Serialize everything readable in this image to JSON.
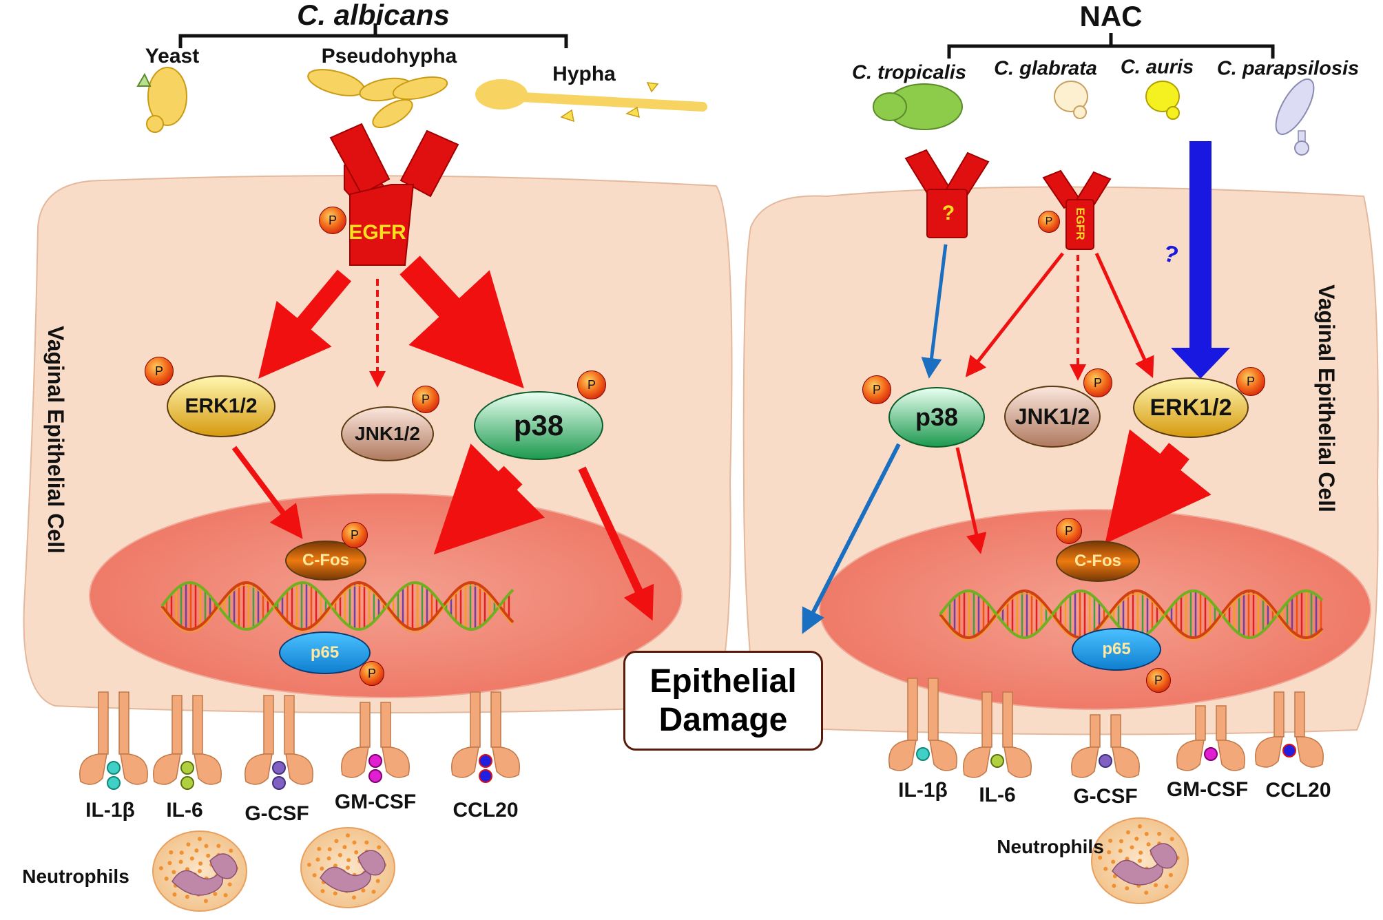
{
  "left_panel": {
    "title": "C. albicans",
    "morphotypes": [
      "Yeast",
      "Pseudohypha",
      "Hypha"
    ],
    "receptor": "EGFR",
    "phospho": "P",
    "kinases": {
      "erk": "ERK1/2",
      "jnk": "JNK1/2",
      "p38": "p38"
    },
    "nuclear": {
      "cfos": "C-Fos",
      "p65": "p65"
    },
    "cell_label": "Vaginal Epithelial Cell",
    "cytokines": [
      "IL-1β",
      "IL-6",
      "G-CSF",
      "GM-CSF",
      "CCL20"
    ],
    "neutrophils_label": "Neutrophils"
  },
  "right_panel": {
    "title": "NAC",
    "species": [
      "C. tropicalis",
      "C. glabrata",
      "C. auris",
      "C. parapsilosis"
    ],
    "unknown_receptor": "?",
    "receptor": "EGFR",
    "unknown_mark": "?",
    "kinases": {
      "p38": "p38",
      "jnk": "JNK1/2",
      "erk": "ERK1/2"
    },
    "nuclear": {
      "cfos": "C-Fos",
      "p65": "p65"
    },
    "cell_label": "Vaginal Epithelial Cell",
    "cytokines": [
      "IL-1β",
      "IL-6",
      "G-CSF",
      "GM-CSF",
      "CCL20"
    ],
    "neutrophils_label": "Neutrophils"
  },
  "center": {
    "damage_line1": "Epithelial",
    "damage_line2": "Damage"
  },
  "colors": {
    "cell": "#f9dcc8",
    "nucleus": "#f08a7a",
    "egfr": "#e01010",
    "arrow_red": "#f01010",
    "arrow_blue": "#1a6fc0",
    "arrow_dark_blue": "#1818e0",
    "erk": "#f0c020",
    "p38": "#2ea860",
    "jnk": "#c08a70",
    "p65": "#20a0e8",
    "cfos": "#c06010",
    "fungus": "#f7d462"
  }
}
